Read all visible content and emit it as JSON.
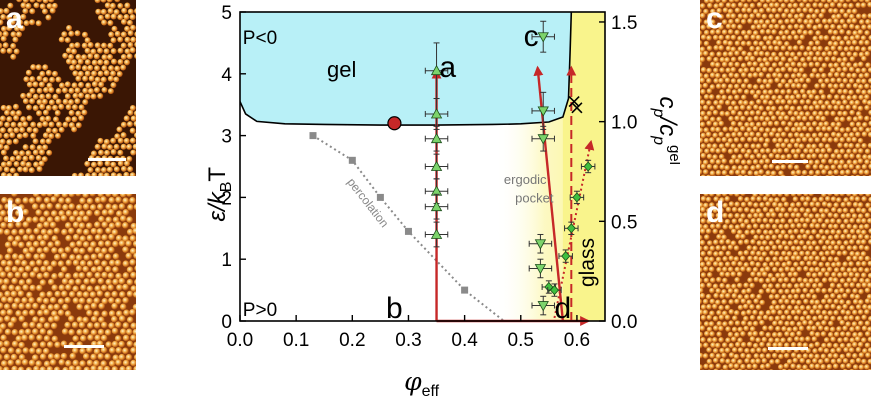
{
  "panels": [
    {
      "letter": "a",
      "pattern": "gel"
    },
    {
      "letter": "b",
      "pattern": "fluid"
    },
    {
      "letter": "c",
      "pattern": "dense"
    },
    {
      "letter": "d",
      "pattern": "dense"
    }
  ],
  "chart_data": {
    "type": "scatter",
    "xlabel": "φ",
    "xlabel_sub": "eff",
    "ylabel": "ε/k",
    "ylabel_sub": "B",
    "ylabel_tail": "T",
    "y2label": "c",
    "y2label_sub": "p",
    "y2label_mid": "/c",
    "y2label_sub2": "p",
    "y2label_sup": "gel",
    "xlim": [
      0.0,
      0.65
    ],
    "ylim": [
      0,
      5
    ],
    "y2lim": [
      0,
      1.55
    ],
    "xticks": [
      "0.0",
      "0.1",
      "0.2",
      "0.3",
      "0.4",
      "0.5",
      "0.6"
    ],
    "xtick_values": [
      0.0,
      0.1,
      0.2,
      0.3,
      0.4,
      0.5,
      0.6
    ],
    "yticks": [
      "0",
      "1",
      "2",
      "3",
      "4",
      "5"
    ],
    "ytick_values": [
      0,
      1,
      2,
      3,
      4,
      5
    ],
    "y2ticks": [
      "0.0",
      "0.5",
      "1.0",
      "1.5"
    ],
    "y2tick_values": [
      0.0,
      0.5,
      1.0,
      1.5
    ],
    "region_labels": {
      "gel": "gel",
      "p_neg": "P<0",
      "p_pos": "P>0",
      "glass": "glass",
      "ergodic_1": "ergodic",
      "ergodic_2": "pocket",
      "percolation": "percolation"
    },
    "state_labels": {
      "a": "a",
      "b": "b",
      "c": "c",
      "d": "d"
    },
    "colors": {
      "gel_fill": "#b8f0f7",
      "glass_fill": "#f9f48c",
      "arrow": "#c62828",
      "percolation": "#8a8a8a",
      "triangle_fill": "#7cd36b",
      "diamond_fill": "#3fbf3f",
      "critical_point": "#c62828"
    },
    "gel_boundary": [
      [
        0.0,
        3.55
      ],
      [
        0.01,
        3.35
      ],
      [
        0.03,
        3.23
      ],
      [
        0.08,
        3.19
      ],
      [
        0.15,
        3.18
      ],
      [
        0.25,
        3.17
      ],
      [
        0.35,
        3.17
      ],
      [
        0.45,
        3.18
      ],
      [
        0.5,
        3.19
      ],
      [
        0.55,
        3.22
      ],
      [
        0.575,
        3.3
      ],
      [
        0.585,
        3.6
      ],
      [
        0.588,
        4.4
      ],
      [
        0.59,
        5.0
      ]
    ],
    "critical_point": [
      0.275,
      3.2
    ],
    "percolation_line": [
      [
        0.13,
        3.0
      ],
      [
        0.2,
        2.6
      ],
      [
        0.25,
        2.0
      ],
      [
        0.3,
        1.45
      ],
      [
        0.4,
        0.5
      ],
      [
        0.47,
        0.0
      ]
    ],
    "percolation_points": [
      [
        0.13,
        3.0
      ],
      [
        0.2,
        2.6
      ],
      [
        0.25,
        2.0
      ],
      [
        0.3,
        1.45
      ],
      [
        0.4,
        0.5
      ]
    ],
    "series": [
      {
        "name": "",
        "marker": "triangle-up",
        "x": [
          0.35,
          0.35,
          0.35,
          0.35,
          0.35,
          0.35,
          0.35
        ],
        "y": [
          4.05,
          3.35,
          2.95,
          2.5,
          2.1,
          1.85,
          1.4
        ],
        "xerr": 0.02,
        "yerr": [
          0.45,
          0.25,
          0.2,
          0.2,
          0.2,
          0.2,
          0.2
        ]
      },
      {
        "name": "",
        "marker": "triangle-down",
        "x": [
          0.54,
          0.54,
          0.54,
          0.535,
          0.535,
          0.54
        ],
        "y": [
          4.6,
          3.4,
          2.95,
          1.25,
          0.85,
          0.25
        ],
        "xerr": 0.02,
        "yerr": [
          0.25,
          0.3,
          0.2,
          0.15,
          0.15,
          0.15
        ]
      },
      {
        "name": "",
        "marker": "diamond",
        "x": [
          0.55,
          0.56,
          0.58,
          0.59,
          0.6,
          0.62
        ],
        "y": [
          0.55,
          0.5,
          1.05,
          1.5,
          2.0,
          2.5
        ],
        "xerr": 0.012,
        "yerr": [
          0.1,
          0.1,
          0.1,
          0.1,
          0.1,
          0.1
        ]
      }
    ],
    "cross_markers": [
      [
        0.595,
        3.55
      ],
      [
        0.6,
        3.45
      ]
    ],
    "arrows": [
      {
        "from": [
          0.35,
          0.0
        ],
        "to": [
          0.35,
          4.05
        ],
        "style": "solid"
      },
      {
        "from": [
          0.35,
          0.0
        ],
        "to": [
          0.62,
          0.0
        ],
        "style": "solid"
      },
      {
        "from": [
          0.575,
          0.0
        ],
        "to": [
          0.53,
          4.1
        ],
        "style": "solid"
      },
      {
        "from": [
          0.59,
          0.0
        ],
        "to": [
          0.59,
          4.1
        ],
        "style": "dashed"
      },
      {
        "from": [
          0.56,
          0.05
        ],
        "to": [
          0.625,
          2.9
        ],
        "style": "dotted"
      }
    ]
  }
}
